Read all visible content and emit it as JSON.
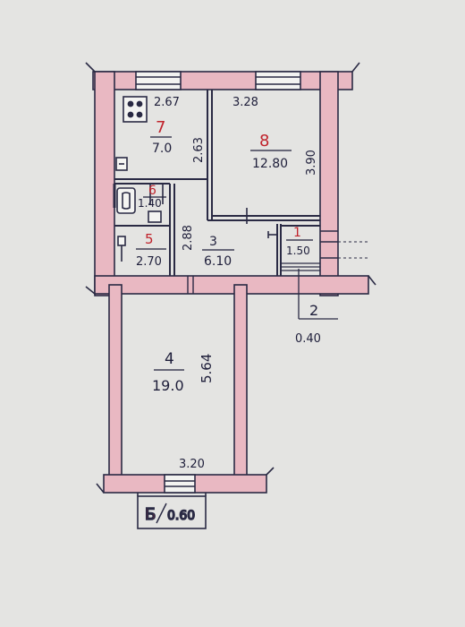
{
  "rooms": [
    {
      "number": "7",
      "area": "7.0"
    },
    {
      "number": "8",
      "area": "12.80"
    },
    {
      "number": "6",
      "area": "1.40"
    },
    {
      "number": "5",
      "area": "2.70"
    },
    {
      "number": "3",
      "area": "6.10"
    },
    {
      "number": "1",
      "area": "1.50"
    },
    {
      "number": "2",
      "area": "0.40"
    },
    {
      "number": "4",
      "area": "19.0"
    }
  ],
  "dimensions": {
    "kitchen_width": "2.67",
    "kitchen_depth": "2.63",
    "room8_width": "3.28",
    "room8_depth": "3.90",
    "corridor_depth": "2.88",
    "room4_depth": "5.64",
    "room4_width": "3.20"
  },
  "balcony": {
    "letter": "Б",
    "area": "0.60"
  },
  "colors": {
    "wall_fill": "#e9b8c2",
    "wall_line": "#2a2a44",
    "paper": "#e4e4e2"
  }
}
